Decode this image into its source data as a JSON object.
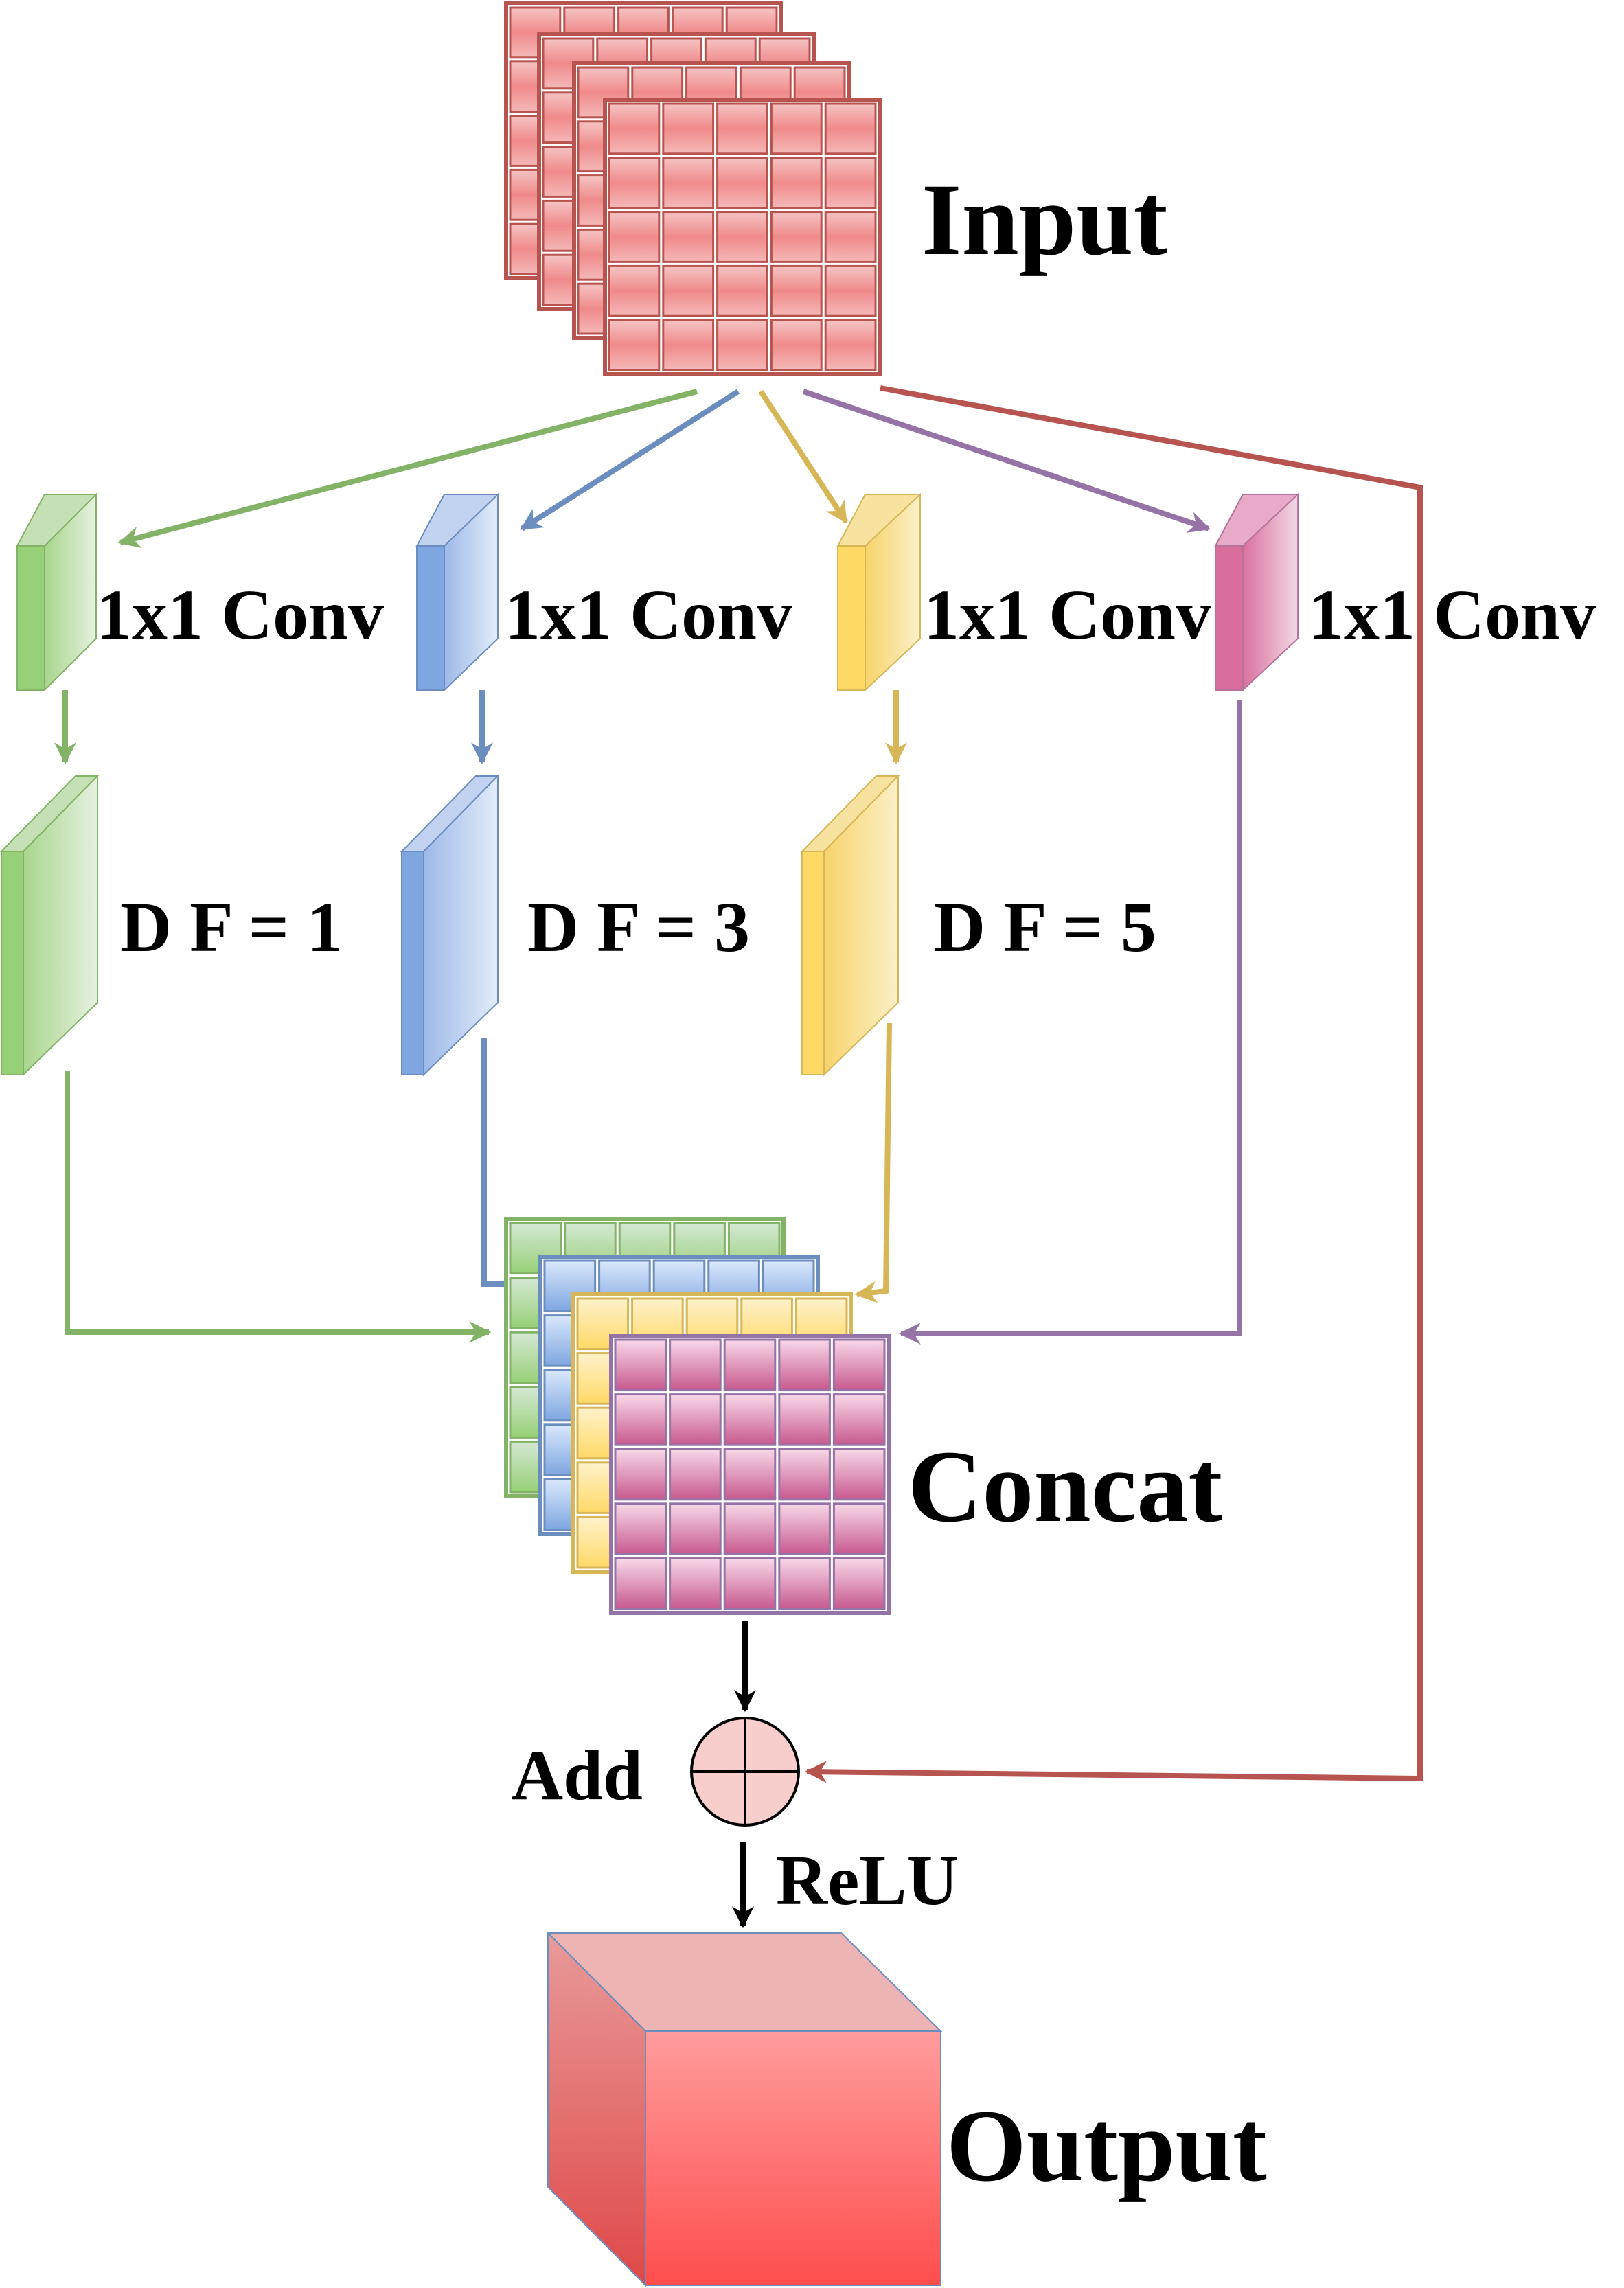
{
  "labels": {
    "input": "Input",
    "conv": "1x1 Conv",
    "df1": "D F = 1",
    "df3": "D F = 3",
    "df5": "D F = 5",
    "concat": "Concat",
    "add": "Add",
    "relu": "ReLU",
    "output": "Output"
  },
  "colors": {
    "red": "#b85450",
    "green": "#82b366",
    "blue": "#6c8ebf",
    "yellow": "#d6b656",
    "purple": "#9673a6",
    "black": "#000000"
  },
  "icons": {
    "add": "circle-plus-icon"
  }
}
